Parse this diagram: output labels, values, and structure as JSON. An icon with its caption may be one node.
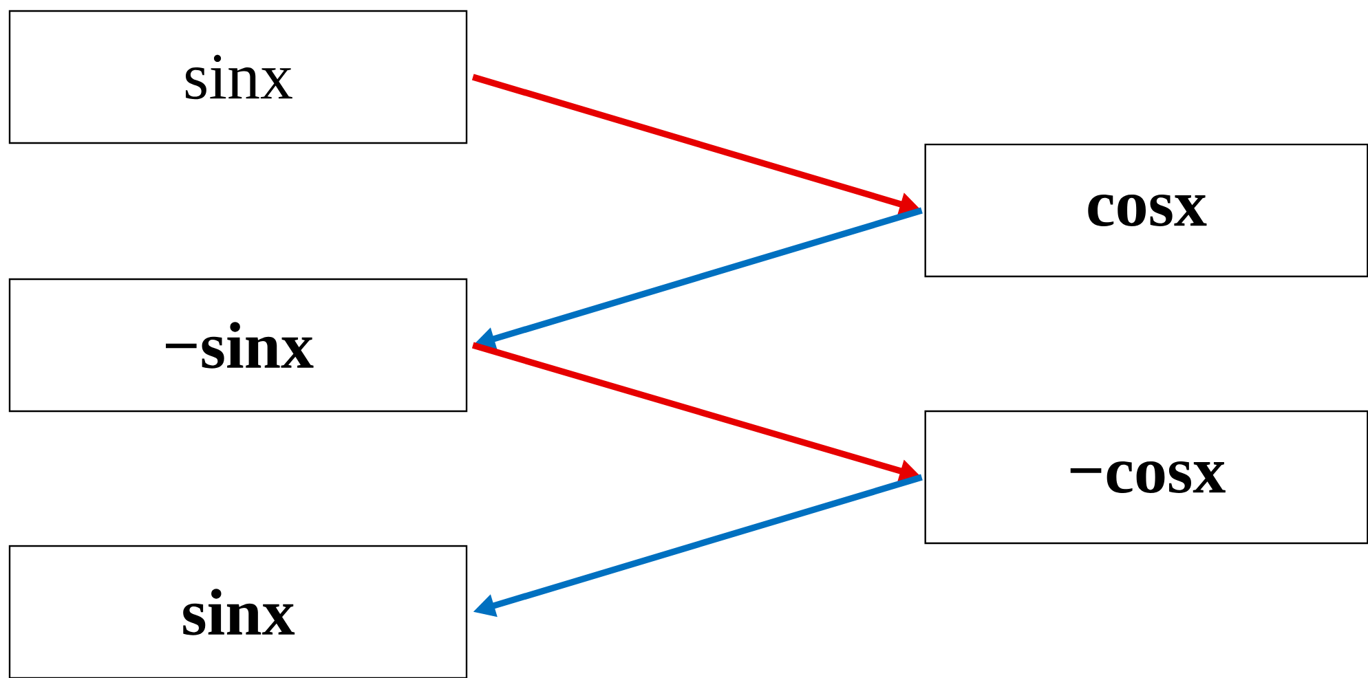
{
  "diagram": {
    "nodes": [
      {
        "text": [
          "sinx"
        ]
      },
      {
        "text": [
          "cosx"
        ]
      },
      {
        "text": [
          "−sinx"
        ]
      },
      {
        "text": [
          "−cosx"
        ]
      },
      {
        "text": [
          "sinx"
        ]
      }
    ],
    "edges": [
      {
        "from": 0,
        "to": 1,
        "arrow": "to",
        "color": "#e60000"
      },
      {
        "from": 1,
        "to": 2,
        "arrow": "to",
        "color": "#0070c0"
      },
      {
        "from": 2,
        "to": 3,
        "arrow": "to",
        "color": "#e60000"
      },
      {
        "from": 3,
        "to": 4,
        "arrow": "to",
        "color": "#0070c0"
      }
    ]
  }
}
